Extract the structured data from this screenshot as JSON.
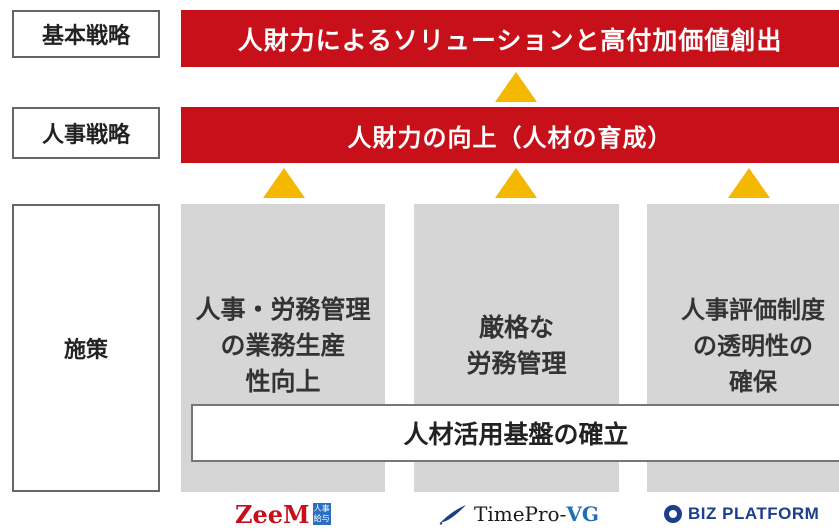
{
  "labels": {
    "basic_strategy": "基本戦略",
    "hr_strategy": "人事戦略",
    "measures": "施策"
  },
  "bars": {
    "top": "人財力によるソリューションと高付加価値創出",
    "middle": "人財力の向上（人材の育成）"
  },
  "pillars": [
    {
      "text": "人事・労務管理\nの業務生産\n性向上"
    },
    {
      "text": "厳格な\n労務管理"
    },
    {
      "text": "人事評価制度\nの透明性の\n確保"
    }
  ],
  "base": "人材活用基盤の確立",
  "logos": {
    "zeem": {
      "name": "ZeeM",
      "badge_top": "人事",
      "badge_bottom": "給与"
    },
    "timepro": {
      "prefix": "TimePro-",
      "suffix": "VG"
    },
    "biz": {
      "text": "BIZ PLATFORM"
    }
  },
  "colors": {
    "red": "#c8101a",
    "arrow": "#f5b800",
    "pillar": "#d6d6d6",
    "navy": "#1d3e8c"
  }
}
